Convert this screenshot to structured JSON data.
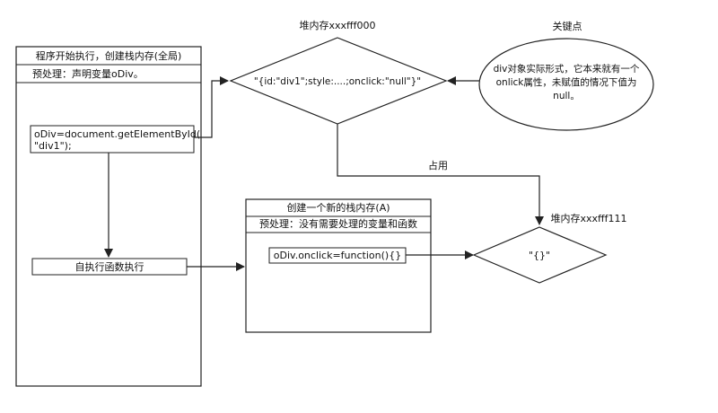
{
  "main_stack": {
    "title": "程序开始执行，创建栈内存(全局)",
    "preprocess": "预处理：声明变量oDiv。",
    "code_line1": "oDiv=document.getElementById(",
    "code_line2": "\"div1\");",
    "iife": "自执行函数执行"
  },
  "heap1": {
    "label": "堆内存xxxfff000",
    "content": "\"{id:\"div1\";style:....;onclick:\"null\"}\""
  },
  "key_point": {
    "label": "关键点",
    "line1": "div对象实际形式，它本来就有一个",
    "line2": "onlick属性，未赋值的情况下值为",
    "line3": "null。"
  },
  "occupy_label": "占用",
  "heap2": {
    "label": "堆内存xxxfff111",
    "content": "\"{}\""
  },
  "new_stack": {
    "title": "创建一个新的栈内存(A)",
    "preprocess": "预处理：没有需要处理的变量和函数",
    "code": "oDiv.onclick=function(){}"
  }
}
